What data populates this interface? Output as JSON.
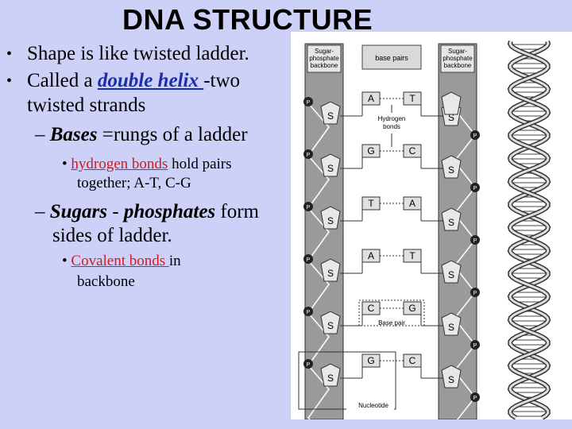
{
  "title": "DNA STRUCTURE",
  "bullets": {
    "b1_text": "Shape is like twisted ladder.",
    "b2_prefix": "Called a ",
    "b2_term": "double helix ",
    "b2_rest_line1": "-two",
    "b2_rest_line2": "twisted strands",
    "sub1_term": "Bases",
    "sub1_rest": " =rungs of a ladder",
    "subsub1_term": "hydrogen bonds",
    "subsub1_rest_line1": " hold pairs",
    "subsub1_rest_line2": "together; A-T, C-G",
    "sub2_term1": "Sugars",
    "sub2_mid": " - ",
    "sub2_term2": "phosphates",
    "sub2_rest_line1": " form",
    "sub2_rest_line2": "sides of  ladder.",
    "subsub2_term": "Covalent bonds ",
    "subsub2_rest_line1": "in",
    "subsub2_rest_line2": "backbone"
  },
  "diagram": {
    "left_header": [
      "Sugar-",
      "phosphate",
      "backbone"
    ],
    "middle_header": "base pairs",
    "right_header": [
      "Sugar-",
      "phosphate",
      "backbone"
    ],
    "hydrogen_label": [
      "Hydrogen",
      "bonds"
    ],
    "base_pair_label": "Base pair",
    "nucleotide_label": "Nucleotide",
    "sugar_letter": "S",
    "phosphate_letter": "P",
    "pairs": [
      {
        "left": "A",
        "right": "T"
      },
      {
        "left": "G",
        "right": "C"
      },
      {
        "left": "T",
        "right": "A"
      },
      {
        "left": "A",
        "right": "T"
      },
      {
        "left": "C",
        "right": "G"
      },
      {
        "left": "G",
        "right": "C"
      }
    ]
  }
}
